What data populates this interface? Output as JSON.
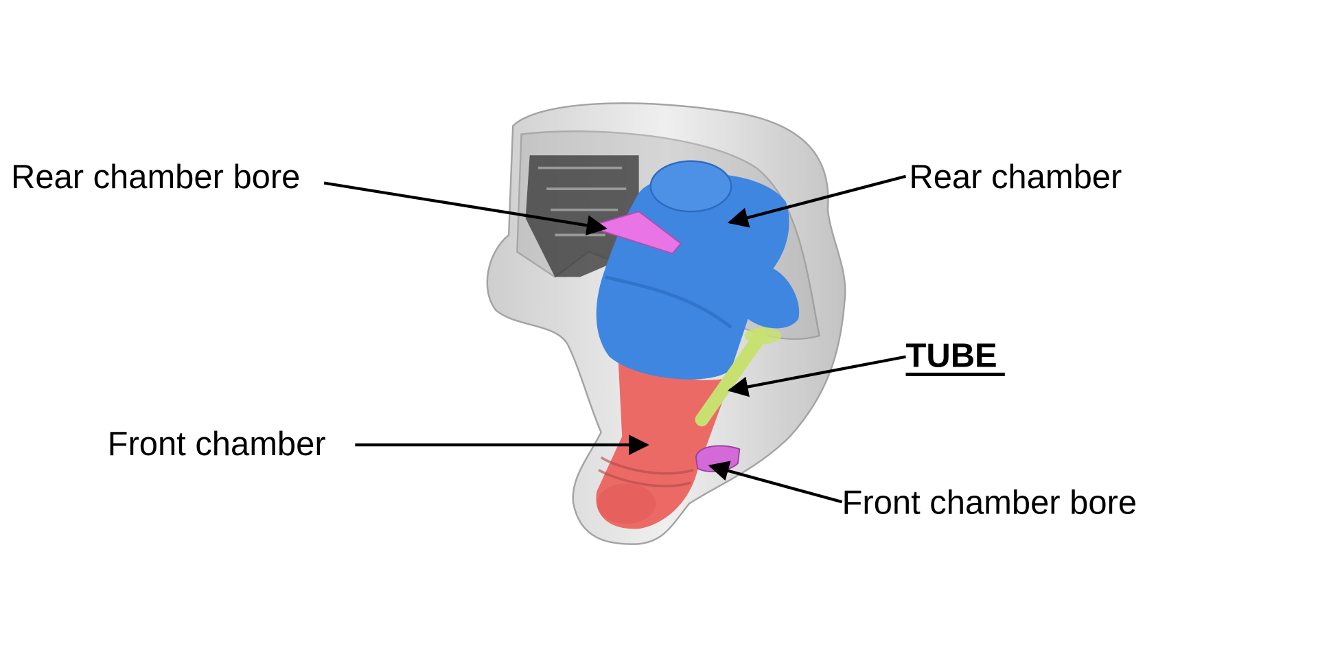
{
  "labels": {
    "rear_chamber_bore": "Rear chamber bore",
    "rear_chamber": "Rear chamber",
    "tube": "TUBE",
    "front_chamber": "Front chamber",
    "front_chamber_bore": "Front chamber bore"
  },
  "colors": {
    "rear_chamber": "#3f86e0",
    "front_chamber": "#ec6a66",
    "tube": "#c8e070",
    "rear_bore": "#e874e6",
    "front_bore": "#d46ad8",
    "shell": "#d8d8d8"
  }
}
